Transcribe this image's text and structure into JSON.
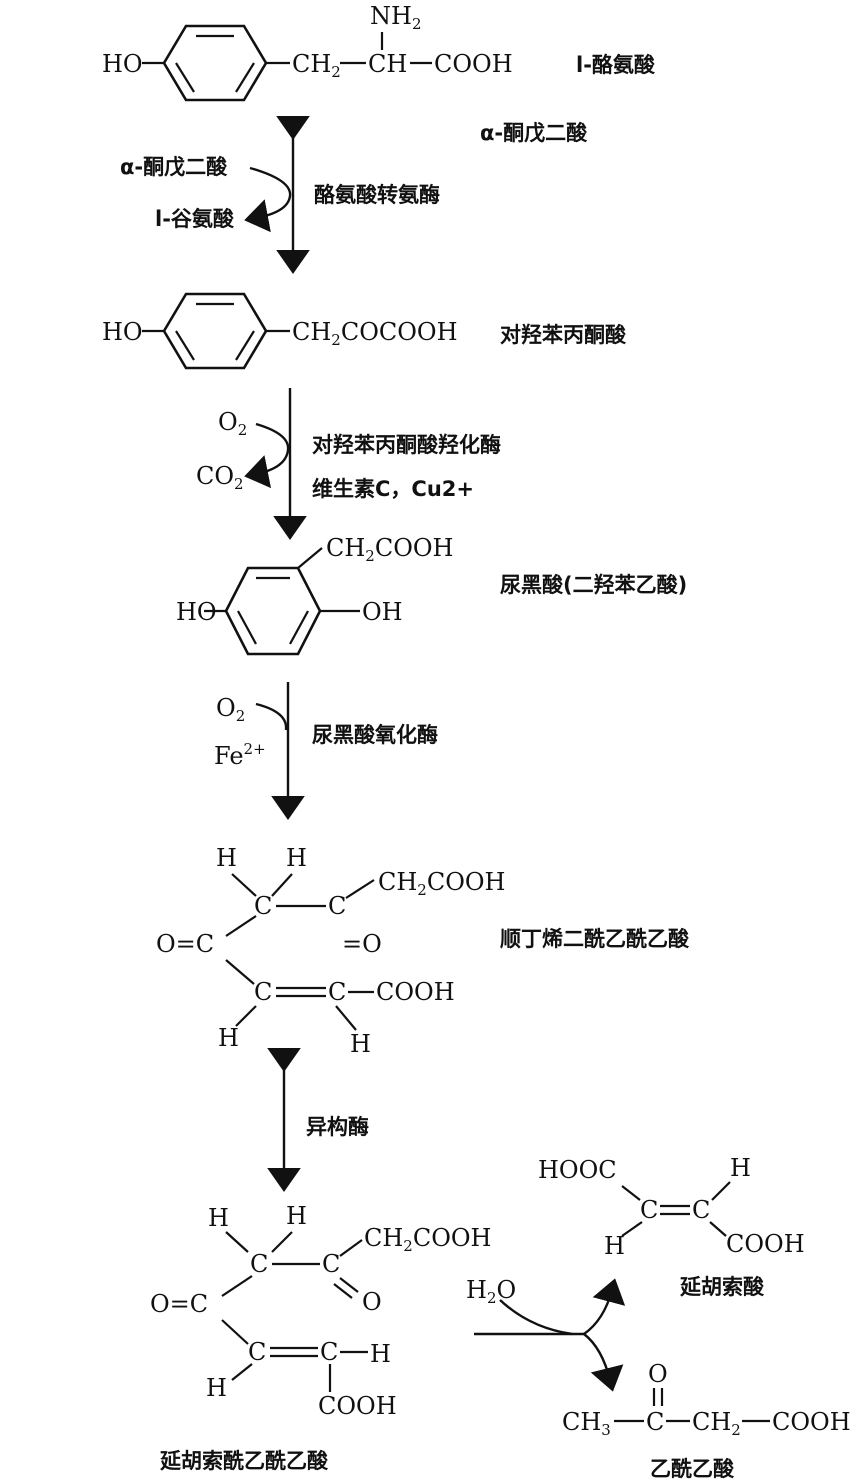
{
  "compounds": {
    "tyrosine": {
      "ho": "HO",
      "nh2": "NH",
      "nh2_sub": "2",
      "chain_a": "CH",
      "chain_a_sub": "2",
      "chain_b": "CH",
      "chain_c": "COOH",
      "name": "l-酪氨酸"
    },
    "hpp": {
      "ho": "HO",
      "chain": "CH",
      "chain_sub": "2",
      "chain_rest": "COCOOH",
      "name": "对羟苯丙酮酸"
    },
    "homogentisate": {
      "ho": "HO",
      "oh": "OH",
      "chain": "CH",
      "chain_sub": "2",
      "chain_rest": "COOH",
      "name": "尿黑酸(二羟苯乙酸)"
    },
    "maleylacetoacetate": {
      "h1": "H",
      "h2": "H",
      "c1": "C",
      "c2": "C",
      "o_eq": "O=C",
      "eq_o": "=O",
      "ch2cooh": "CH",
      "ch2cooh_sub": "2",
      "ch2cooh_rest": "COOH",
      "c3": "C",
      "c4": "C",
      "cooh": "COOH",
      "h3": "H",
      "h4": "H",
      "name": "顺丁烯二酰乙酰乙酸"
    },
    "fumarylacetoacetate": {
      "h1": "H",
      "h2": "H",
      "c1": "C",
      "c2": "C",
      "o_eq": "O=C",
      "eq_o": "O",
      "ch2cooh": "CH",
      "ch2cooh_sub": "2",
      "ch2cooh_rest": "COOH",
      "c3": "C",
      "c4": "C",
      "h3": "H",
      "h4": "H",
      "cooh": "COOH",
      "name": "延胡索酰乙酰乙酸"
    },
    "fumarate": {
      "hooc": "HOOC",
      "c1": "C",
      "c2": "C",
      "h1": "H",
      "h2": "H",
      "cooh": "COOH",
      "name": "延胡索酸"
    },
    "acetoacetate": {
      "o": "O",
      "ch3": "CH",
      "ch3_sub": "3",
      "c": "C",
      "ch2": "CH",
      "ch2_sub": "2",
      "cooh": "COOH",
      "name": "乙酰乙酸"
    }
  },
  "steps": {
    "step1": {
      "side_in": "α-酮戊二酸",
      "side_out": "l-谷氨酸",
      "enzyme": "酪氨酸转氨酶",
      "product_note": "α-酮戊二酸"
    },
    "step2": {
      "o2": "O",
      "o2_sub": "2",
      "co2": "CO",
      "co2_sub": "2",
      "enzyme": "对羟苯丙酮酸羟化酶",
      "cofactor": "维生素C，Cu2+"
    },
    "step3": {
      "o2": "O",
      "o2_sub": "2",
      "fe": "Fe",
      "fe_sup": "2+",
      "enzyme": "尿黑酸氧化酶"
    },
    "step4": {
      "enzyme": "异构酶"
    },
    "step5": {
      "h2o_h": "H",
      "h2o_sub": "2",
      "h2o_o": "O"
    }
  }
}
